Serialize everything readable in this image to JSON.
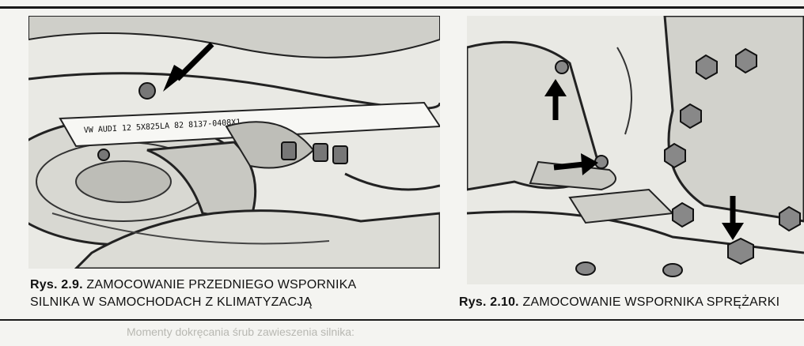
{
  "figure1": {
    "label": "Rys. 2.9.",
    "caption_line1": "ZAMOCOWANIE PRZEDNIEGO WSPORNIKA",
    "caption_line2": "SILNIKA W SAMOCHODACH Z KLIMATYZACJĄ",
    "part_label": "VW AUDI 12 5X825LA 82 8137-0408X1",
    "arrow_icon": "arrow-down-left-icon"
  },
  "figure2": {
    "label": "Rys. 2.10.",
    "caption": "ZAMOCOWANIE WSPORNIKA SPRĘŻARKI",
    "arrow_icons": [
      "arrow-up-icon",
      "arrow-right-icon",
      "arrow-down-icon"
    ]
  },
  "bleed_text": "Momenty dokręcania śrub zawieszenia silnika:",
  "colors": {
    "ink": "#111111",
    "paper": "#f4f4f1",
    "photo_bg": "#e9e9e4"
  }
}
